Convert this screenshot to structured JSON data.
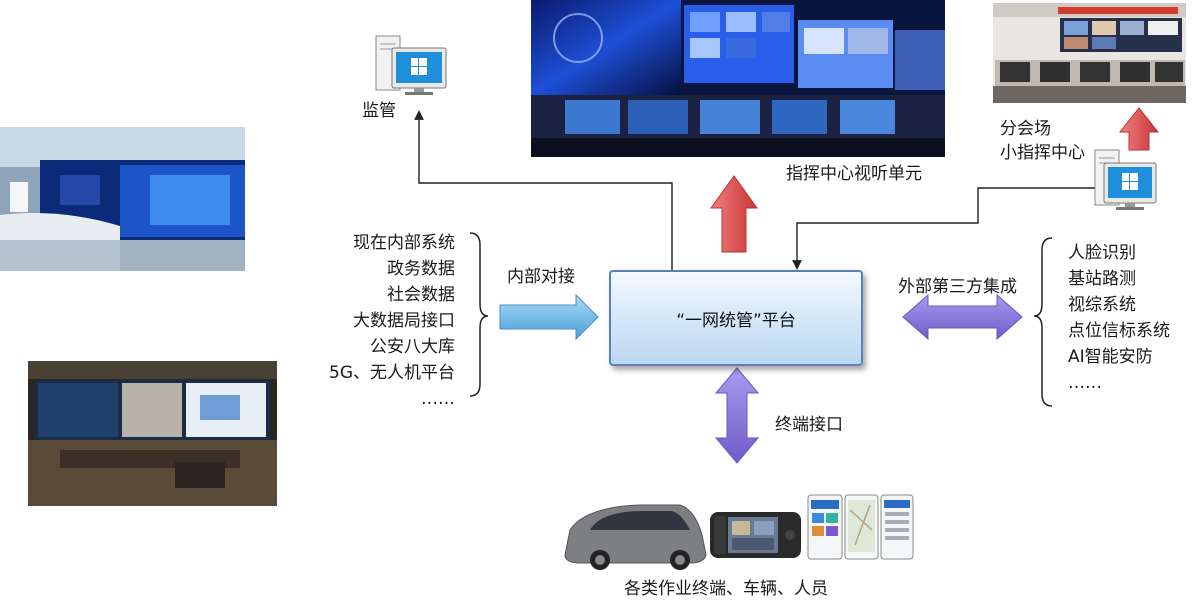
{
  "platform": {
    "label": "“一网统管”平台"
  },
  "left_list": {
    "items": [
      "现在内部系统",
      "政务数据",
      "社会数据",
      "大数据局接口",
      "公安八大库",
      "5G、无人机平台",
      "……"
    ]
  },
  "right_list": {
    "items": [
      "人脸识别",
      "基站路测",
      "视综系统",
      "点位信标系统",
      "AI智能安防",
      "……"
    ]
  },
  "labels": {
    "internal_connect": "内部对接",
    "external_integration": "外部第三方集成",
    "terminal_interface": "终端接口",
    "supervision": "监管",
    "command_center": "指挥中心视听单元",
    "branch_venue": "分会场",
    "small_command_center": "小指挥中心",
    "terminals": "各类作业终端、车辆、人员"
  },
  "colors": {
    "platform_border": "#5b7fb8",
    "arrow_blue": "#6cb3e6",
    "arrow_red": "#e05252",
    "arrow_purple": "#8b78d8",
    "windows_blue": "#1f8fdc"
  },
  "icons": [
    "computer-tower-icon",
    "monitor-windows-icon"
  ]
}
